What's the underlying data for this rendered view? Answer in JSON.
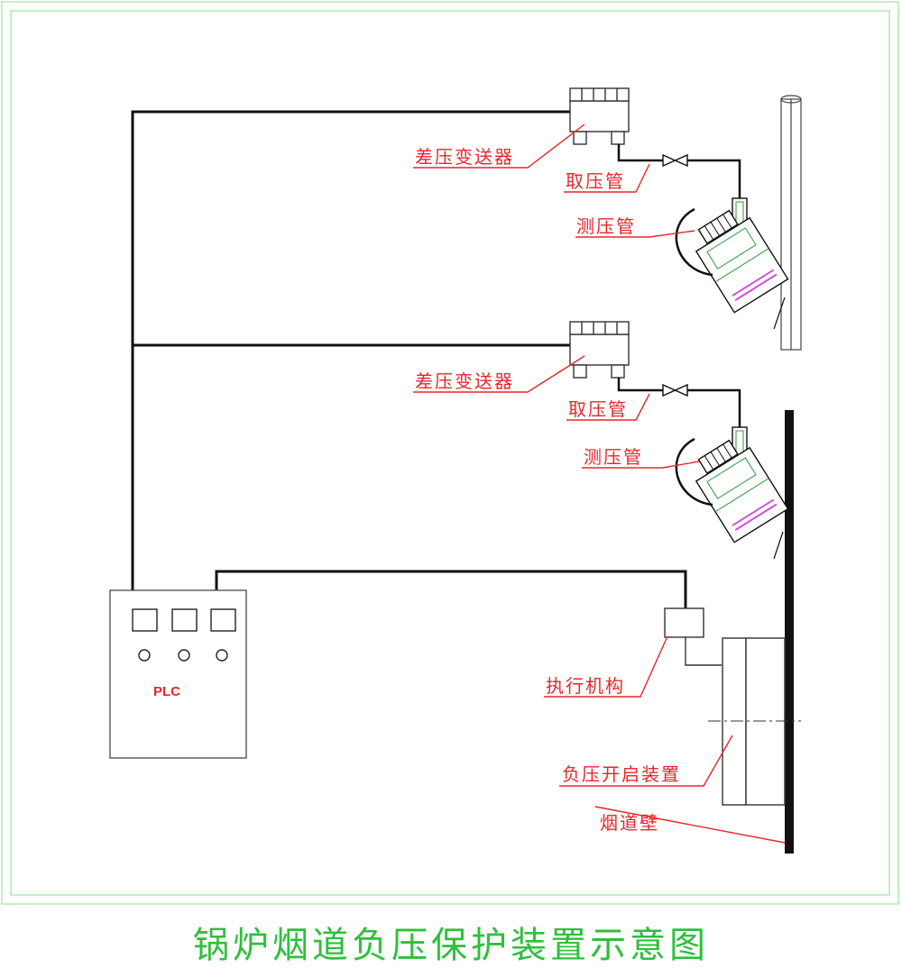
{
  "colors": {
    "label": "#e8262b",
    "leader": "#e8262b",
    "caption": "#2fbf3c",
    "frame": "#9be59b",
    "wire": "#111111",
    "equip": "#333333",
    "ring": "#d24fd8",
    "sensor_core": "#2e9a3a"
  },
  "labels": {
    "dp_transmitter_top": "差压变送器",
    "sampling_tube_top": "取压管",
    "measuring_tube_top": "测压管",
    "dp_transmitter_mid": "差压变送器",
    "sampling_tube_mid": "取压管",
    "measuring_tube_mid": "测压管",
    "actuator": "执行机构",
    "relief_device": "负压开启装置",
    "flue_wall": "烟道壁",
    "plc": "PLC"
  },
  "caption": "锅炉烟道负压保护装置示意图"
}
